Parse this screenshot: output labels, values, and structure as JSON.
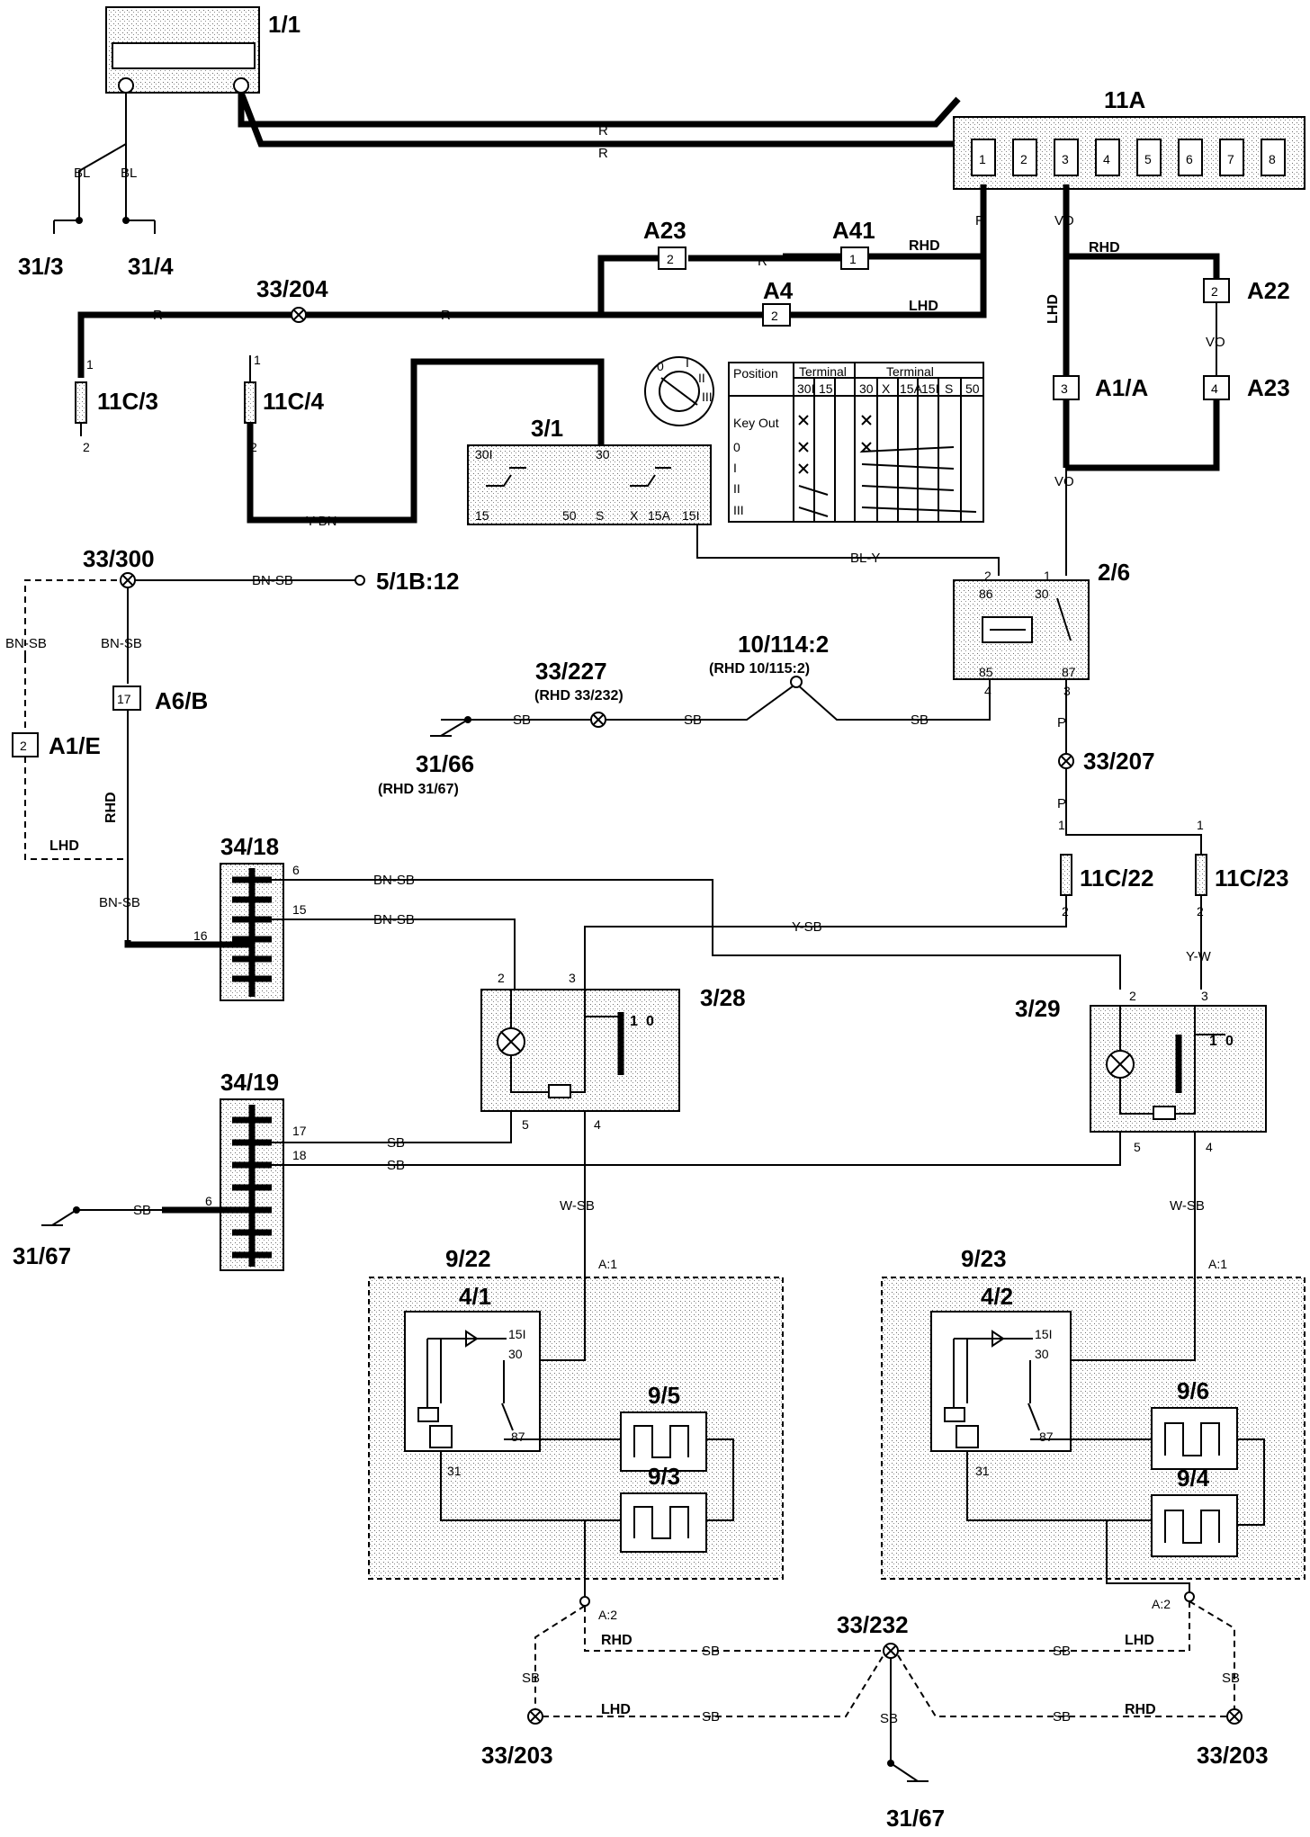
{
  "components": {
    "battery": "1/1",
    "fusebox": "11A",
    "fuse_numbers": [
      "1",
      "2",
      "3",
      "4",
      "5",
      "6",
      "7",
      "8"
    ],
    "ground_31_3": "31/3",
    "ground_31_4": "31/4",
    "splice_33_204": "33/204",
    "fuse_11c3": "11C/3",
    "fuse_11c4": "11C/4",
    "ignition_switch": "3/1",
    "a23_top": "A23",
    "a41": "A41",
    "a4": "A4",
    "a22": "A22",
    "a1a": "A1/A",
    "a23_right": "A23",
    "relay_2_6": "2/6",
    "splice_33_300": "33/300",
    "ref_5_1b": "5/1B:12",
    "a6b": "A6/B",
    "a1e": "A1/E",
    "splice_33_227": "33/227",
    "splice_33_227_rhd": "(RHD 33/232)",
    "conn_10_114": "10/114:2",
    "conn_10_114_rhd": "(RHD 10/115:2)",
    "ground_31_66": "31/66",
    "ground_31_66_rhd": "(RHD 31/67)",
    "splice_33_207": "33/207",
    "fuse_11c22": "11C/22",
    "fuse_11c23": "11C/23",
    "conn_34_18": "34/18",
    "conn_34_19": "34/19",
    "switch_3_28": "3/28",
    "switch_3_29": "3/29",
    "ground_31_67_left": "31/67",
    "module_9_22": "9/22",
    "module_9_23": "9/23",
    "relay_4_1": "4/1",
    "relay_4_2": "4/2",
    "heater_9_5": "9/5",
    "heater_9_3": "9/3",
    "heater_9_6": "9/6",
    "heater_9_4": "9/4",
    "splice_33_232": "33/232",
    "splice_33_203_left": "33/203",
    "splice_33_203_right": "33/203",
    "ground_31_67_bottom": "31/67"
  },
  "inline_boxes": {
    "a23_pin": "2",
    "a41_pin": "1",
    "a4_pin": "2",
    "a22_pin": "2",
    "a1a_pin": "3",
    "a23r_pin": "4",
    "a6b_pin": "17",
    "a1e_pin": "2"
  },
  "wire_labels": {
    "bl": "BL",
    "r": "R",
    "vo": "VO",
    "rhd": "RHD",
    "lhd": "LHD",
    "y_bn": "Y-BN",
    "bl_y": "BL-Y",
    "bn_sb": "BN-SB",
    "sb": "SB",
    "p": "P",
    "y_sb": "Y-SB",
    "y_w": "Y-W",
    "w_sb": "W-SB",
    "a1": "A:1",
    "a2": "A:2"
  },
  "pins": {
    "p1": "1",
    "p2": "2",
    "p3": "3",
    "p4": "4",
    "p5": "5",
    "p6": "6",
    "p15": "15",
    "p16": "16",
    "p17": "17",
    "p18": "18",
    "p30": "30",
    "p30i": "30I",
    "p50": "50",
    "ps": "S",
    "px": "X",
    "p15a": "15A",
    "p15i": "15I",
    "p86": "86",
    "p85": "85",
    "p87": "87",
    "p31": "31"
  },
  "key_table": {
    "position": "Position",
    "terminal": "Terminal",
    "terminal2": "Terminal",
    "cols_left": [
      "30I",
      "15"
    ],
    "cols_right": [
      "30",
      "X",
      "15A",
      "15I",
      "S",
      "50"
    ],
    "rows": [
      "Key Out",
      "0",
      "I",
      "II",
      "III"
    ],
    "key_positions": [
      "0",
      "I",
      "II",
      "III"
    ]
  },
  "switch_symbol": {
    "one": "1",
    "zero": "0"
  }
}
